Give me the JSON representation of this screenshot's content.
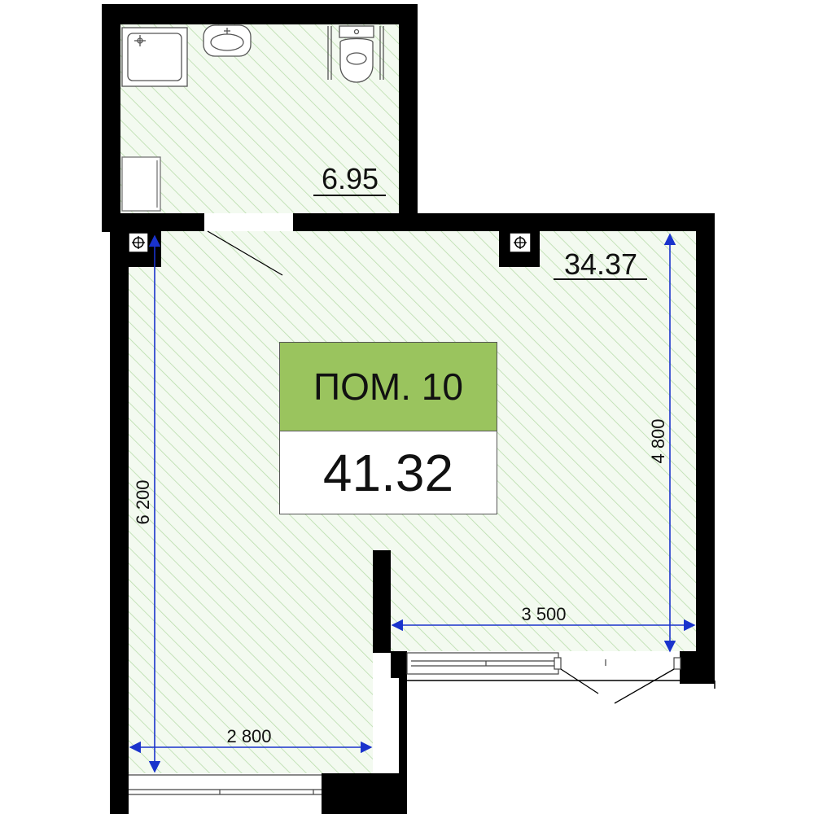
{
  "room": {
    "name": "ПОМ. 10",
    "total_area": "41.32"
  },
  "areas": {
    "bathroom": "6.95",
    "main_room": "34.37"
  },
  "dimensions": {
    "left_height": "6 200",
    "right_height": "4 800",
    "bottom_width": "2 800",
    "right_width": "3 500"
  },
  "colors": {
    "wall": "#000000",
    "floor_hatch": "#b9dcab",
    "floor_fill": "#f3faf0",
    "room_label_bg": "#9ac45e",
    "dimension_line": "#1a33cc"
  }
}
